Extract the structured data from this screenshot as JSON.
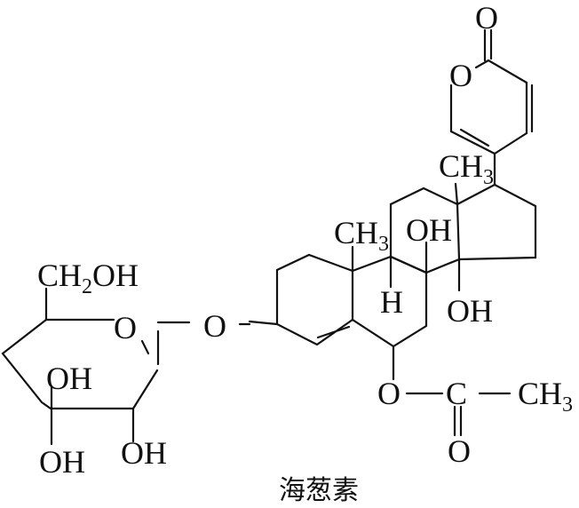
{
  "compound_name": "海葱素",
  "labels": {
    "carbonyl_o_top": "O",
    "pyranone_ring_o": "O",
    "c13_methyl": "CH",
    "c13_methyl_sub": "3",
    "c10_methyl": "CH",
    "c10_methyl_sub": "3",
    "c8_oh": "OH",
    "c9_h": "H",
    "c14_oh": "OH",
    "ester_o": "O",
    "ester_c": "C",
    "ester_ch3": "CH",
    "ester_ch3_sub": "3",
    "ester_carbonyl_o": "O",
    "glycosidic_o": "O",
    "sugar_ring_o": "O",
    "ch2oh_a": "CH",
    "ch2oh_sub": "2",
    "ch2oh_b": "OH",
    "sugar_oh_upper": "OH",
    "sugar_oh_bottom_left": "OH",
    "sugar_oh_bottom_right": "OH"
  }
}
